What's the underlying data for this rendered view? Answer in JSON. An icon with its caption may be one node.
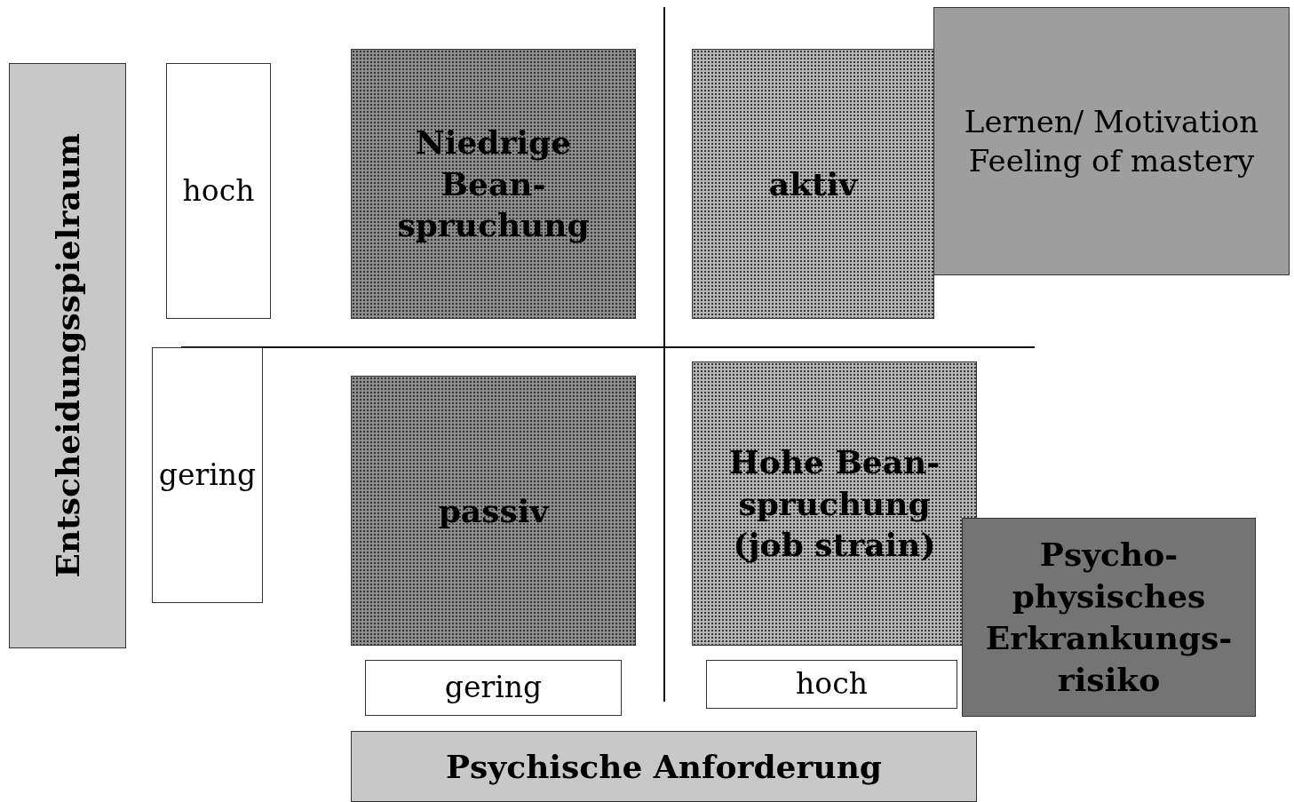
{
  "diagram": {
    "nodes": [
      {
        "text": [
          "Entscheidungsspielraum"
        ]
      },
      {
        "text": [
          "hoch"
        ]
      },
      {
        "text": [
          "Niedrige Bean- spruchung"
        ]
      },
      {
        "text": [
          "aktiv"
        ]
      },
      {
        "text": [
          "Lernen/ Motivation Feeling of mastery"
        ]
      },
      {
        "text": [
          "gering"
        ]
      },
      {
        "text": [
          "passiv"
        ]
      },
      {
        "text": [
          "Hohe Bean- spruchung (job strain)"
        ]
      },
      {
        "text": [
          "Psycho- physisches Erkrankungs- risiko"
        ]
      },
      {
        "text": [
          "gering"
        ]
      },
      {
        "text": [
          "hoch"
        ]
      },
      {
        "text": [
          "Psychische Anforderung"
        ]
      }
    ],
    "edges": []
  }
}
